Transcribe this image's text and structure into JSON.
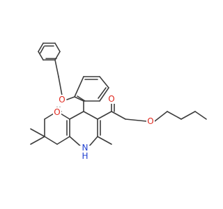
{
  "colors": {
    "bond": "#3c3c3c",
    "oxygen": "#e0281e",
    "nitrogen": "#2040d0",
    "background": "#ffffff"
  },
  "atom_labels": {
    "ether_oxygen": "O",
    "ketone_oxygen": "O",
    "ester_carbonyl_oxygen": "O",
    "ester_alkoxy_oxygen": "O",
    "amine": "H\nN"
  },
  "amine_h": "H",
  "amine_n": "N"
}
